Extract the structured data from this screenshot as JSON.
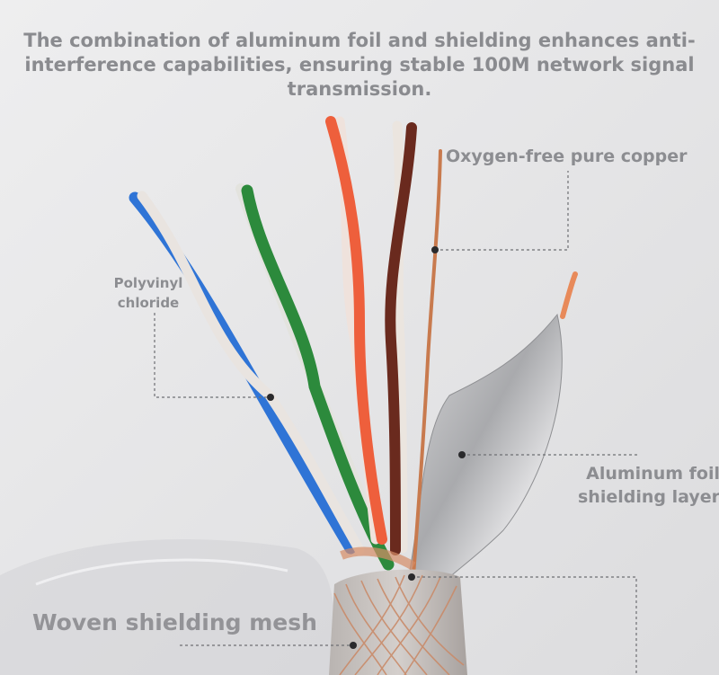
{
  "headline": "The combination of aluminum foil and shielding enhances anti-interference capabilities, ensuring stable 100M network signal transmission.",
  "labels": {
    "copper": "Oxygen-free pure copper",
    "pvc": "Polyvinyl chloride",
    "foil": "Aluminum foil shielding layer",
    "mesh": "Woven shielding mesh"
  },
  "colors": {
    "background": "#e7e7e9",
    "text": "#8a8b8f",
    "wire_blue": "#2f74d6",
    "wire_green": "#2c8a3c",
    "wire_orange": "#ee5f3c",
    "wire_brown": "#6a2a1e",
    "copper": "#c87a4e",
    "foil": "#b9babd"
  }
}
